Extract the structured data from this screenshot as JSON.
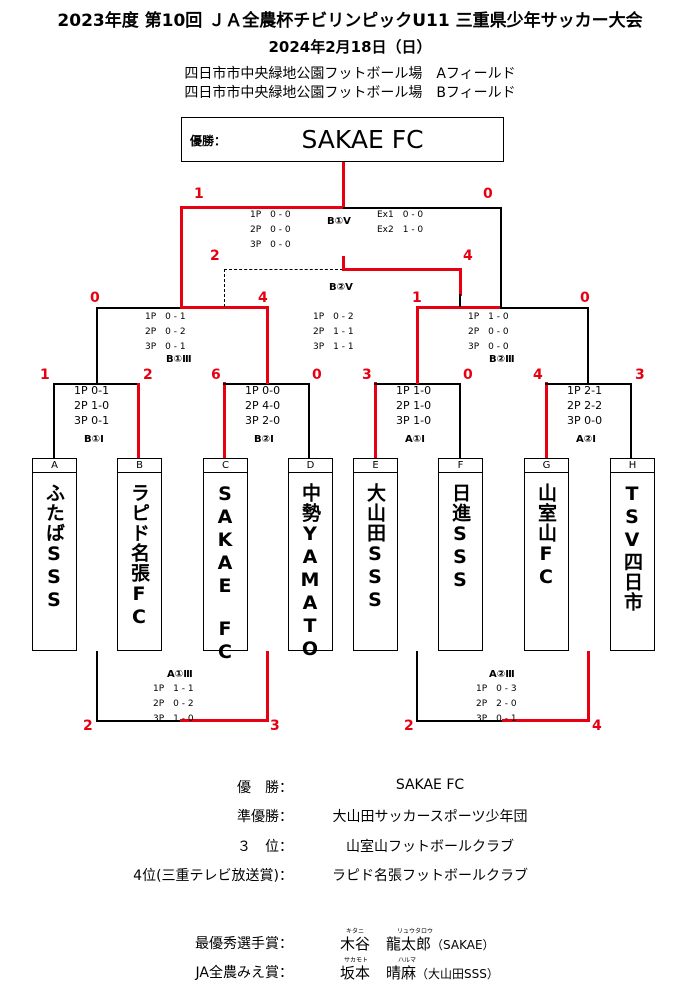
{
  "header": {
    "title": "2023年度 第10回 ＪＡ全農杯チビリンピックU11 三重県少年サッカー大会",
    "date": "2024年2月18日（日）",
    "venues": [
      "四日市市中央緑地公園フットボール場　Aフィールド",
      "四日市市中央緑地公園フットボール場　Bフィールド"
    ]
  },
  "champion_box": {
    "label": "優勝：",
    "team": "SAKAE FC"
  },
  "teams": [
    {
      "letter": "A",
      "name": "ふたばSSS"
    },
    {
      "letter": "B",
      "name": "ラピド名張FC"
    },
    {
      "letter": "C",
      "name": "SAKAE　FC"
    },
    {
      "letter": "D",
      "name": "中勢YAMATO"
    },
    {
      "letter": "E",
      "name": "大山田SSS"
    },
    {
      "letter": "F",
      "name": "日進SSS"
    },
    {
      "letter": "G",
      "name": "山室山FC"
    },
    {
      "letter": "H",
      "name": "TSV四日市"
    }
  ],
  "matches": {
    "b1_1": {
      "name": "B①Ⅰ",
      "s1": "1",
      "s2": "2",
      "pk": [
        "1P  0-1",
        "2P  1-0",
        "3P  0-1"
      ]
    },
    "b2_1": {
      "name": "B②Ⅰ",
      "s1": "6",
      "s2": "0",
      "pk": [
        "1P  0-0",
        "2P  4-0",
        "3P  2-0"
      ]
    },
    "a1_1": {
      "name": "A①Ⅰ",
      "s1": "3",
      "s2": "0",
      "pk": [
        "1P  1-0",
        "2P  1-0",
        "3P  1-0"
      ]
    },
    "a2_1": {
      "name": "A②Ⅰ",
      "s1": "4",
      "s2": "3",
      "pk": [
        "1P  2-1",
        "2P  2-2",
        "3P  0-0"
      ]
    },
    "b1_3": {
      "name": "B①Ⅲ",
      "s1": "0",
      "s2": "4",
      "pk": [
        "1P　0 - 1",
        "2P　0 - 2",
        "3P　0 - 1"
      ]
    },
    "b2_3": {
      "name": "B②Ⅲ",
      "s1": "1",
      "s2": "0",
      "pk": [
        "1P　1 - 0",
        "2P　0 - 0",
        "3P　0 - 0"
      ]
    },
    "b2_5": {
      "name": "B②Ⅴ",
      "s1": "2",
      "s2": "4",
      "pk": [
        "1P　0 - 2",
        "2P　1 - 1",
        "3P　1 - 1"
      ]
    },
    "b1_5": {
      "name": "B①Ⅴ",
      "s1": "1",
      "s2": "0",
      "pk": [
        "1P　0 - 0",
        "2P　0 - 0",
        "3P　0 - 0"
      ],
      "ex": [
        "Ex1　0 - 0",
        "Ex2　1 - 0"
      ]
    },
    "a1_3": {
      "name": "A①Ⅲ",
      "s1": "2",
      "s2": "3",
      "pk": [
        "1P　1 - 1",
        "2P　0 - 2",
        "3P　1 - 0"
      ]
    },
    "a2_3": {
      "name": "A②Ⅲ",
      "s1": "2",
      "s2": "4",
      "pk": [
        "1P　0 - 3",
        "2P　2 - 0",
        "3P　0 - 1"
      ]
    }
  },
  "results": [
    {
      "label": "優　勝：",
      "value": "SAKAE FC"
    },
    {
      "label": "準優勝：",
      "value": "大山田サッカースポーツ少年団"
    },
    {
      "label": "３　位：",
      "value": "山室山フットボールクラブ"
    },
    {
      "label": "4位(三重テレビ放送賞)：",
      "value": "ラピド名張フットボールクラブ"
    }
  ],
  "awards": [
    {
      "label": "最優秀選手賞：",
      "surname": "木谷",
      "given": "龍太郎",
      "surname_ruby": "キタニ",
      "given_ruby": "リュウタロウ",
      "team": "（SAKAE）"
    },
    {
      "label": "JA全農みえ賞：",
      "surname": "坂本",
      "given": "晴麻",
      "surname_ruby": "サカモト",
      "given_ruby": "ハルマ",
      "team": "（大山田SSS）"
    }
  ],
  "colors": {
    "winner_line": "#e60012",
    "line": "#000000"
  }
}
